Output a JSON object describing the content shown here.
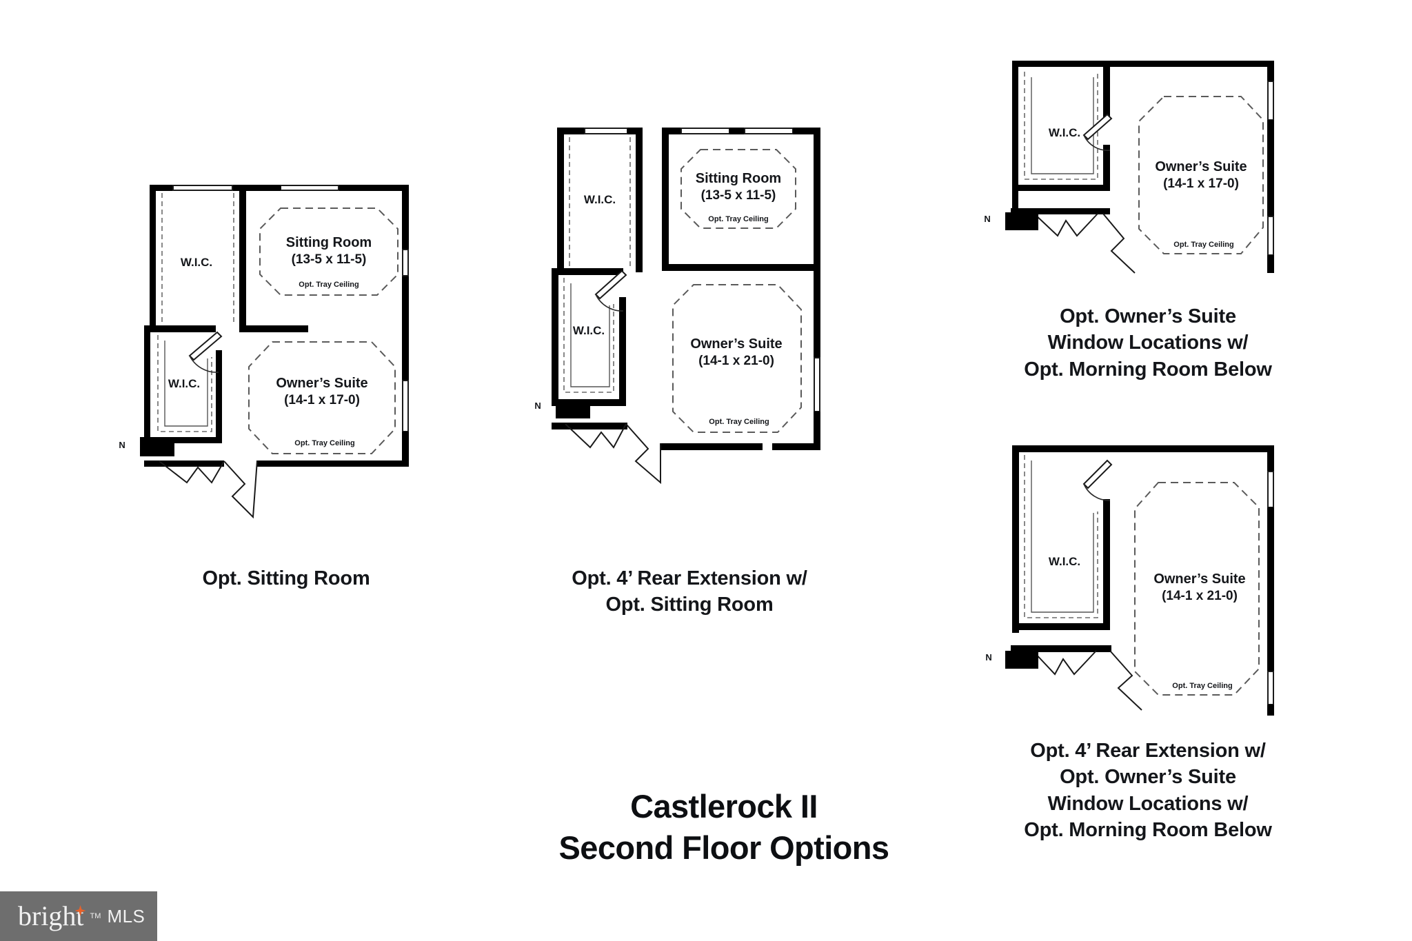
{
  "document": {
    "title_line1": "Castlerock II",
    "title_line2": "Second Floor Options",
    "watermark": {
      "brand": "bright",
      "tm": "TM",
      "suffix": "MLS"
    }
  },
  "labels": {
    "wic": "W.I.C.",
    "sitting_room": "Sitting Room",
    "owners_suite": "Owner’s Suite",
    "opt_tray_ceiling": "Opt. Tray Ceiling",
    "north": "N"
  },
  "dimensions": {
    "sitting_room": "(13-5 x 11-5)",
    "owners_suite_17": "(14-1 x 17-0)",
    "owners_suite_21": "(14-1 x 21-0)"
  },
  "plans": [
    {
      "id": "opt-sitting-room",
      "caption_lines": [
        "Opt. Sitting Room"
      ],
      "rooms": [
        {
          "name": "W.I.C.",
          "dim": ""
        },
        {
          "name": "W.I.C.",
          "dim": ""
        },
        {
          "name": "Sitting Room",
          "dim": "(13-5 x 11-5)",
          "note": "Opt. Tray Ceiling"
        },
        {
          "name": "Owner’s Suite",
          "dim": "(14-1 x 17-0)",
          "note": "Opt. Tray Ceiling"
        }
      ],
      "north_marker": "N"
    },
    {
      "id": "opt-4ft-rear-extension-with-sitting-room",
      "caption_lines": [
        "Opt. 4’ Rear Extension w/",
        "Opt. Sitting Room"
      ],
      "rooms": [
        {
          "name": "W.I.C.",
          "dim": ""
        },
        {
          "name": "W.I.C.",
          "dim": ""
        },
        {
          "name": "Sitting Room",
          "dim": "(13-5 x 11-5)",
          "note": "Opt. Tray Ceiling"
        },
        {
          "name": "Owner’s Suite",
          "dim": "(14-1 x 21-0)",
          "note": "Opt. Tray Ceiling"
        }
      ],
      "north_marker": "N"
    },
    {
      "id": "opt-owners-suite-window-locations",
      "caption_lines": [
        "Opt. Owner’s Suite",
        "Window Locations w/",
        "Opt. Morning Room Below"
      ],
      "rooms": [
        {
          "name": "W.I.C.",
          "dim": ""
        },
        {
          "name": "Owner’s Suite",
          "dim": "(14-1 x 17-0)",
          "note": "Opt. Tray Ceiling"
        }
      ],
      "north_marker": "N"
    },
    {
      "id": "opt-4ft-rear-extension-with-window-locations",
      "caption_lines": [
        "Opt. 4’ Rear Extension w/",
        "Opt. Owner’s Suite",
        "Window Locations w/",
        "Opt. Morning Room Below"
      ],
      "rooms": [
        {
          "name": "W.I.C.",
          "dim": ""
        },
        {
          "name": "Owner’s Suite",
          "dim": "(14-1 x 21-0)",
          "note": "Opt. Tray Ceiling"
        }
      ],
      "north_marker": "N"
    }
  ],
  "colors": {
    "wall": "#000000",
    "dashed_room_outline": "#5a5a5a",
    "background": "#ffffff",
    "watermark_bg": "#6e6e6e",
    "watermark_accent": "#e8622a",
    "text": "#14161a"
  }
}
